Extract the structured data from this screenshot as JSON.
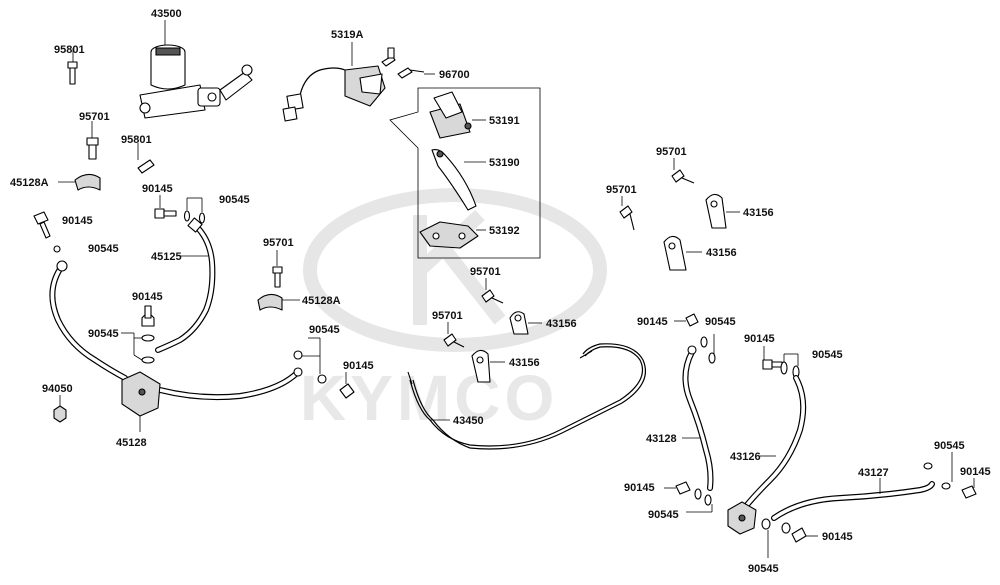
{
  "watermark": {
    "brand": "KYMCO"
  },
  "callouts": [
    {
      "id": "p43500",
      "text": "43500"
    },
    {
      "id": "p95801a",
      "text": "95801"
    },
    {
      "id": "p95701a",
      "text": "95701"
    },
    {
      "id": "p95801b",
      "text": "95801"
    },
    {
      "id": "p45128A_1",
      "text": "45128A"
    },
    {
      "id": "p90145a",
      "text": "90145"
    },
    {
      "id": "p90545a",
      "text": "90545"
    },
    {
      "id": "p90145b",
      "text": "90145"
    },
    {
      "id": "p90545b",
      "text": "90545"
    },
    {
      "id": "p45125",
      "text": "45125"
    },
    {
      "id": "p95701b",
      "text": "95701"
    },
    {
      "id": "p45128A_2",
      "text": "45128A"
    },
    {
      "id": "p90145c",
      "text": "90145"
    },
    {
      "id": "p90545c",
      "text": "90545"
    },
    {
      "id": "p94050",
      "text": "94050"
    },
    {
      "id": "p45128",
      "text": "45128"
    },
    {
      "id": "p90545d",
      "text": "90545"
    },
    {
      "id": "p90145d",
      "text": "90145"
    },
    {
      "id": "p5319A",
      "text": "5319A"
    },
    {
      "id": "p96700",
      "text": "96700"
    },
    {
      "id": "p53191",
      "text": "53191"
    },
    {
      "id": "p53190",
      "text": "53190"
    },
    {
      "id": "p53192",
      "text": "53192"
    },
    {
      "id": "p95701c",
      "text": "95701"
    },
    {
      "id": "p95701d",
      "text": "95701"
    },
    {
      "id": "p43156a",
      "text": "43156"
    },
    {
      "id": "p43156b",
      "text": "43156"
    },
    {
      "id": "p43450",
      "text": "43450"
    },
    {
      "id": "p95701e",
      "text": "95701"
    },
    {
      "id": "p95701f",
      "text": "95701"
    },
    {
      "id": "p43156c",
      "text": "43156"
    },
    {
      "id": "p43156d",
      "text": "43156"
    },
    {
      "id": "p90145e",
      "text": "90145"
    },
    {
      "id": "p90545e",
      "text": "90545"
    },
    {
      "id": "p90145f",
      "text": "90145"
    },
    {
      "id": "p90545f",
      "text": "90545"
    },
    {
      "id": "p43128",
      "text": "43128"
    },
    {
      "id": "p43126",
      "text": "43126"
    },
    {
      "id": "p43127",
      "text": "43127"
    },
    {
      "id": "p90545g",
      "text": "90545"
    },
    {
      "id": "p90145g",
      "text": "90145"
    },
    {
      "id": "p90145h",
      "text": "90145"
    },
    {
      "id": "p90545h",
      "text": "90545"
    },
    {
      "id": "p90145i",
      "text": "90145"
    },
    {
      "id": "p90545i",
      "text": "90545"
    }
  ]
}
